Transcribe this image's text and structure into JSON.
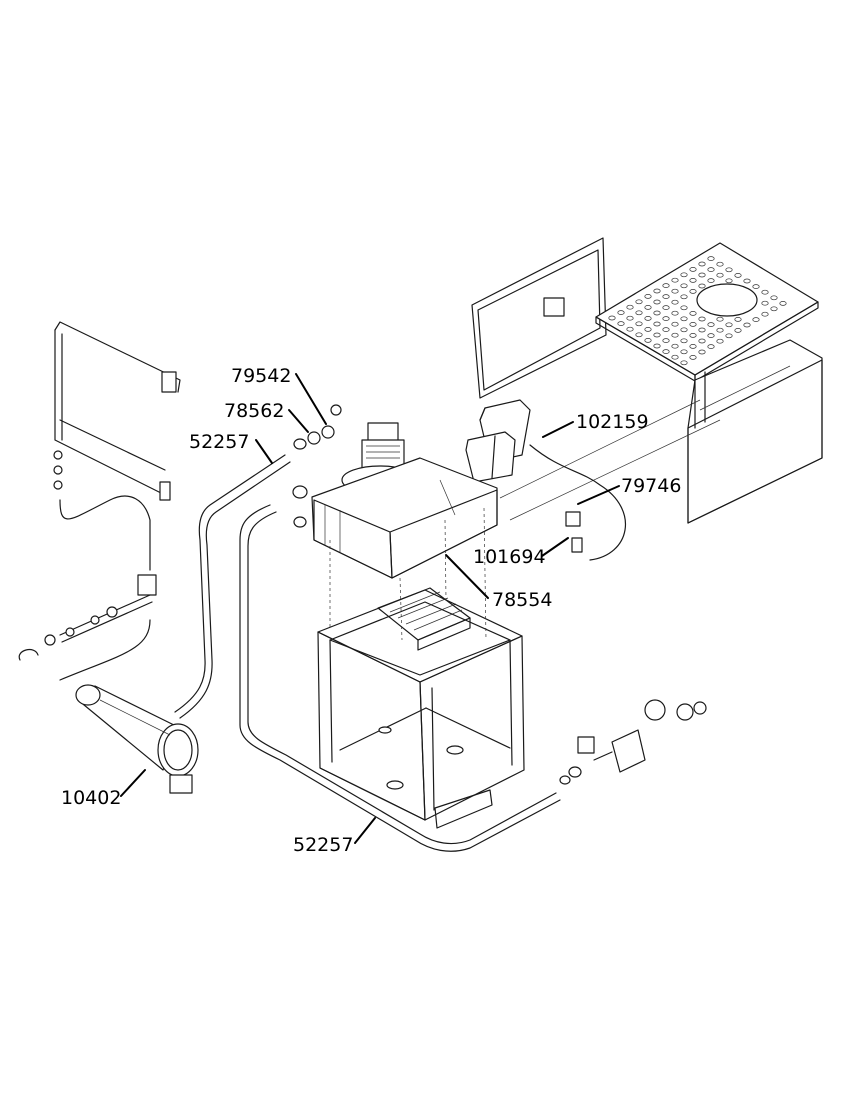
{
  "callouts": [
    {
      "id": "c1",
      "label": "79542"
    },
    {
      "id": "c2",
      "label": "78562"
    },
    {
      "id": "c3",
      "label": "52257"
    },
    {
      "id": "c4",
      "label": "102159"
    },
    {
      "id": "c5",
      "label": "79746"
    },
    {
      "id": "c6",
      "label": "101694"
    },
    {
      "id": "c7",
      "label": "78554"
    },
    {
      "id": "c8",
      "label": "10402"
    },
    {
      "id": "c9",
      "label": "52257"
    }
  ]
}
